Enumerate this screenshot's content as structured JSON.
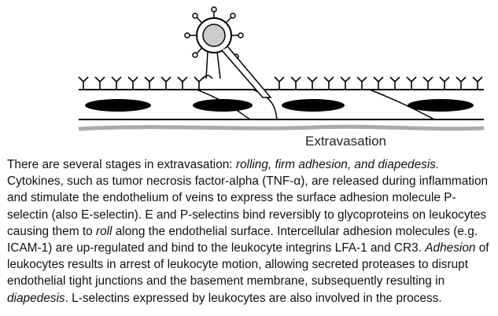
{
  "figure": {
    "label": "Extravasation"
  },
  "body": {
    "p1": "There are several stages in extravasation: ",
    "i1": "rolling, firm adhesion, and diapedesis.",
    "p2": " Cytokines, such as tumor necrosis factor-alpha (TNF-α), are released during inflammation and stimulate the endothelium of veins to express the surface adhesion molecule P-selectin (also E-selectin). E and P-selectins bind reversibly to glycoproteins on leukocytes causing them to ",
    "i2": "roll",
    "p3": " along the endothelial surface. Intercellular adhesion molecules (e.g. ICAM-1) are up-regulated and bind to the leukocyte integrins LFA-1 and CR3. ",
    "i3": "Adhesion",
    "p4": " of leukocytes results in arrest of leukocyte motion, allowing secreted proteases to disrupt endothelial tight junctions and the basement membrane, subsequently resulting in ",
    "i4": "diapedesis",
    "p5": ". L-selectins expressed by leukocytes are also involved in the process."
  }
}
